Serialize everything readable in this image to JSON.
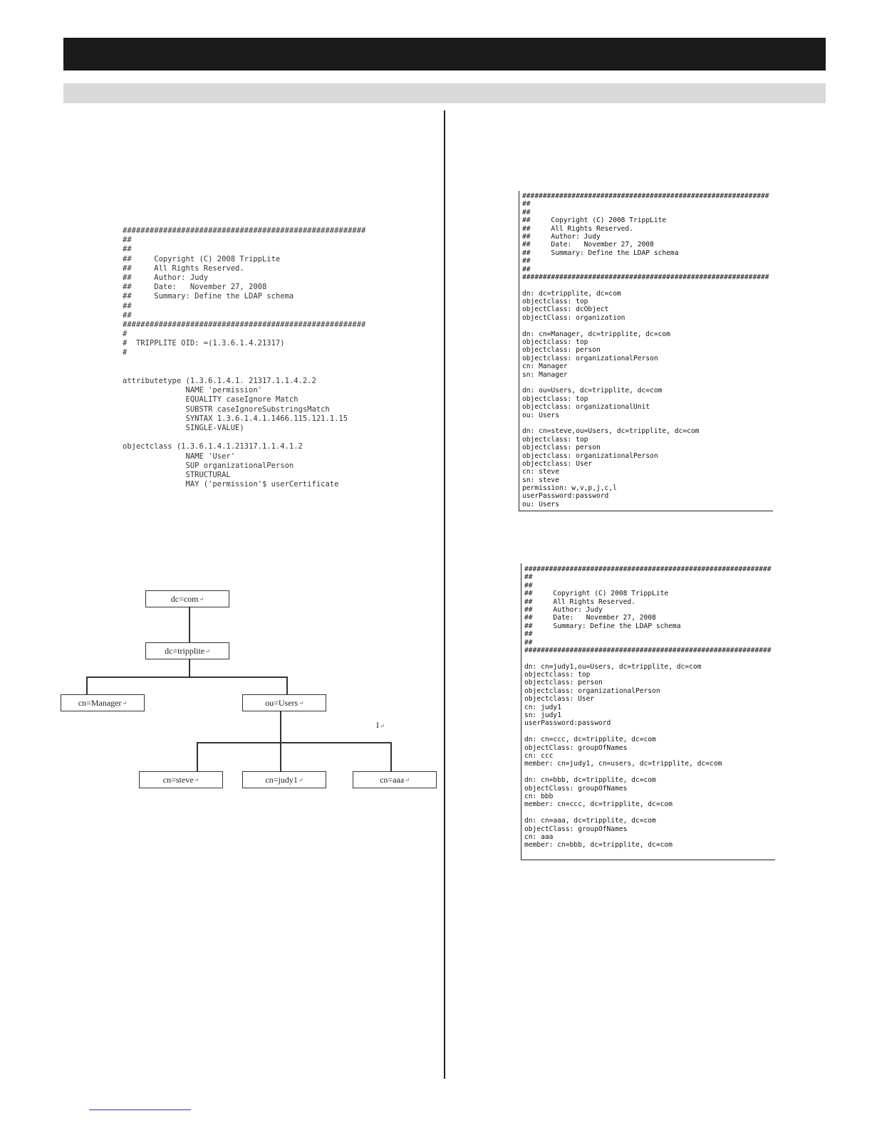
{
  "schema_file": {
    "lines": [
      "######################################################",
      "##",
      "##",
      "##     Copyright (C) 2008 TrippLite",
      "##     All Rights Reserved.",
      "##     Author: Judy",
      "##     Date:   November 27, 2008",
      "##     Summary: Define the LDAP schema",
      "##",
      "##",
      "######################################################",
      "#",
      "#  TRIPPLITE OID: =(1.3.6.1.4.21317)",
      "#",
      "",
      "",
      "attributetype (1.3.6.1.4.1. 21317.1.1.4.2.2",
      "              NAME 'permission'",
      "              EQUALITY caseIgnore Match",
      "              SUBSTR caseIgnoreSubstringsMatch",
      "              SYNTAX 1.3.6.1.4.1.1466.115.121.1.15",
      "              SINGLE-VALUE)",
      "",
      "objectclass (1.3.6.1.4.1.21317.1.1.4.1.2",
      "              NAME 'User'",
      "              SUP organizationalPerson",
      "              STRUCTURAL",
      "              MAY ('permission'$ userCertificate"
    ]
  },
  "directory_tree": {
    "root": "dc=com",
    "domain": "dc=tripplite",
    "manager": "cn=Manager",
    "users_ou": "ou=Users",
    "user_steve": "cn=steve",
    "user_judy": "cn=judy1",
    "user_aaa": "cn=aaa",
    "paragraph_mark": "↵",
    "cursor": "I"
  },
  "ldif_users": {
    "lines": [
      "############################################################",
      "##",
      "##",
      "##     Copyright (C) 2008 TrippLite",
      "##     All Rights Reserved.",
      "##     Author: Judy",
      "##     Date:   November 27, 2008",
      "##     Summary: Define the LDAP schema",
      "##",
      "##",
      "############################################################",
      "",
      "dn: dc=tripplite, dc=com",
      "objectclass: top",
      "objectClass: dcObject",
      "objectClass: organization",
      "",
      "dn: cn=Manager, dc=tripplite, dc=com",
      "objectclass: top",
      "objectclass: person",
      "objectclass: organizationalPerson",
      "cn: Manager",
      "sn: Manager",
      "",
      "dn: ou=Users, dc=tripplite, dc=com",
      "objectclass: top",
      "objectclass: organizationalUnit",
      "ou: Users",
      "",
      "dn: cn=steve,ou=Users, dc=tripplite, dc=com",
      "objectclass: top",
      "objectclass: person",
      "objectclass: organizationalPerson",
      "objectclass: User",
      "cn: steve",
      "sn: steve",
      "permission: w,v,p,j,c,l",
      "userPassword:password",
      "ou: Users"
    ]
  },
  "ldif_groups": {
    "lines": [
      "############################################################",
      "##",
      "##",
      "##     Copyright (C) 2008 TrippLite",
      "##     All Rights Reserved.",
      "##     Author: Judy",
      "##     Date:   November 27, 2008",
      "##     Summary: Define the LDAP schema",
      "##",
      "##",
      "############################################################",
      "",
      "dn: cn=judy1,ou=Users, dc=tripplite, dc=com",
      "objectclass: top",
      "objectclass: person",
      "objectclass: organizationalPerson",
      "objectclass: User",
      "cn: judy1",
      "sn: judy1",
      "userPassword:password",
      "",
      "dn: cn=ccc, dc=tripplite, dc=com",
      "objectClass: groupOfNames",
      "cn: ccc",
      "member: cn=judy1, cn=users, dc=tripplite, dc=com",
      "",
      "dn: cn=bbb, dc=tripplite, dc=com",
      "objectClass: groupOfNames",
      "cn: bbb",
      "member: cn=ccc, dc=tripplite, dc=com",
      "",
      "dn: cn=aaa, dc=tripplite, dc=com",
      "objectClass: groupOfNames",
      "cn: aaa",
      "member: cn=bbb, dc=tripplite, dc=com"
    ]
  }
}
